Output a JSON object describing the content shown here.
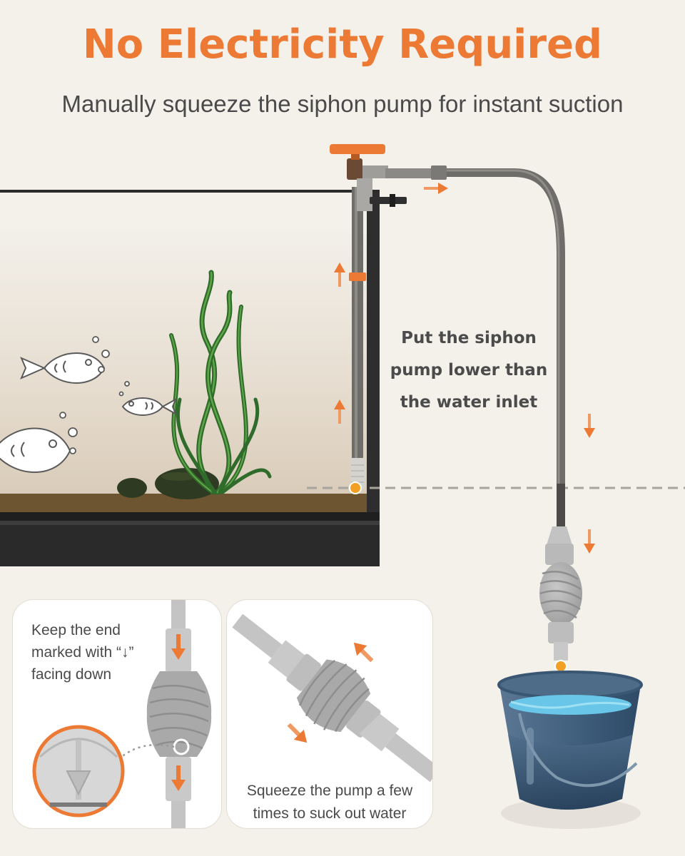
{
  "header": {
    "title": "No Electricity Required",
    "subtitle": "Manually squeeze the siphon pump for instant suction"
  },
  "placement_note": {
    "lines": [
      "Put the siphon",
      "pump  lower than",
      "the water inlet"
    ]
  },
  "direction_card": {
    "lines": [
      "Keep the end",
      "marked with “↓”",
      "facing down"
    ]
  },
  "squeeze_card": {
    "lines": [
      "Squeeze the pump a few",
      "times to suck out water"
    ]
  },
  "colors": {
    "accent": "#ec7a35",
    "background": "#f4f1eb",
    "text": "#4a4a4a",
    "hose": "#6f6d69",
    "bulb": "#a9a9a9",
    "bucket": "#3f5f7d",
    "water": "#69c6e8"
  },
  "icons": {
    "flow_arrow": "orange-arrow-icon",
    "marker": "orange-dot-icon"
  }
}
